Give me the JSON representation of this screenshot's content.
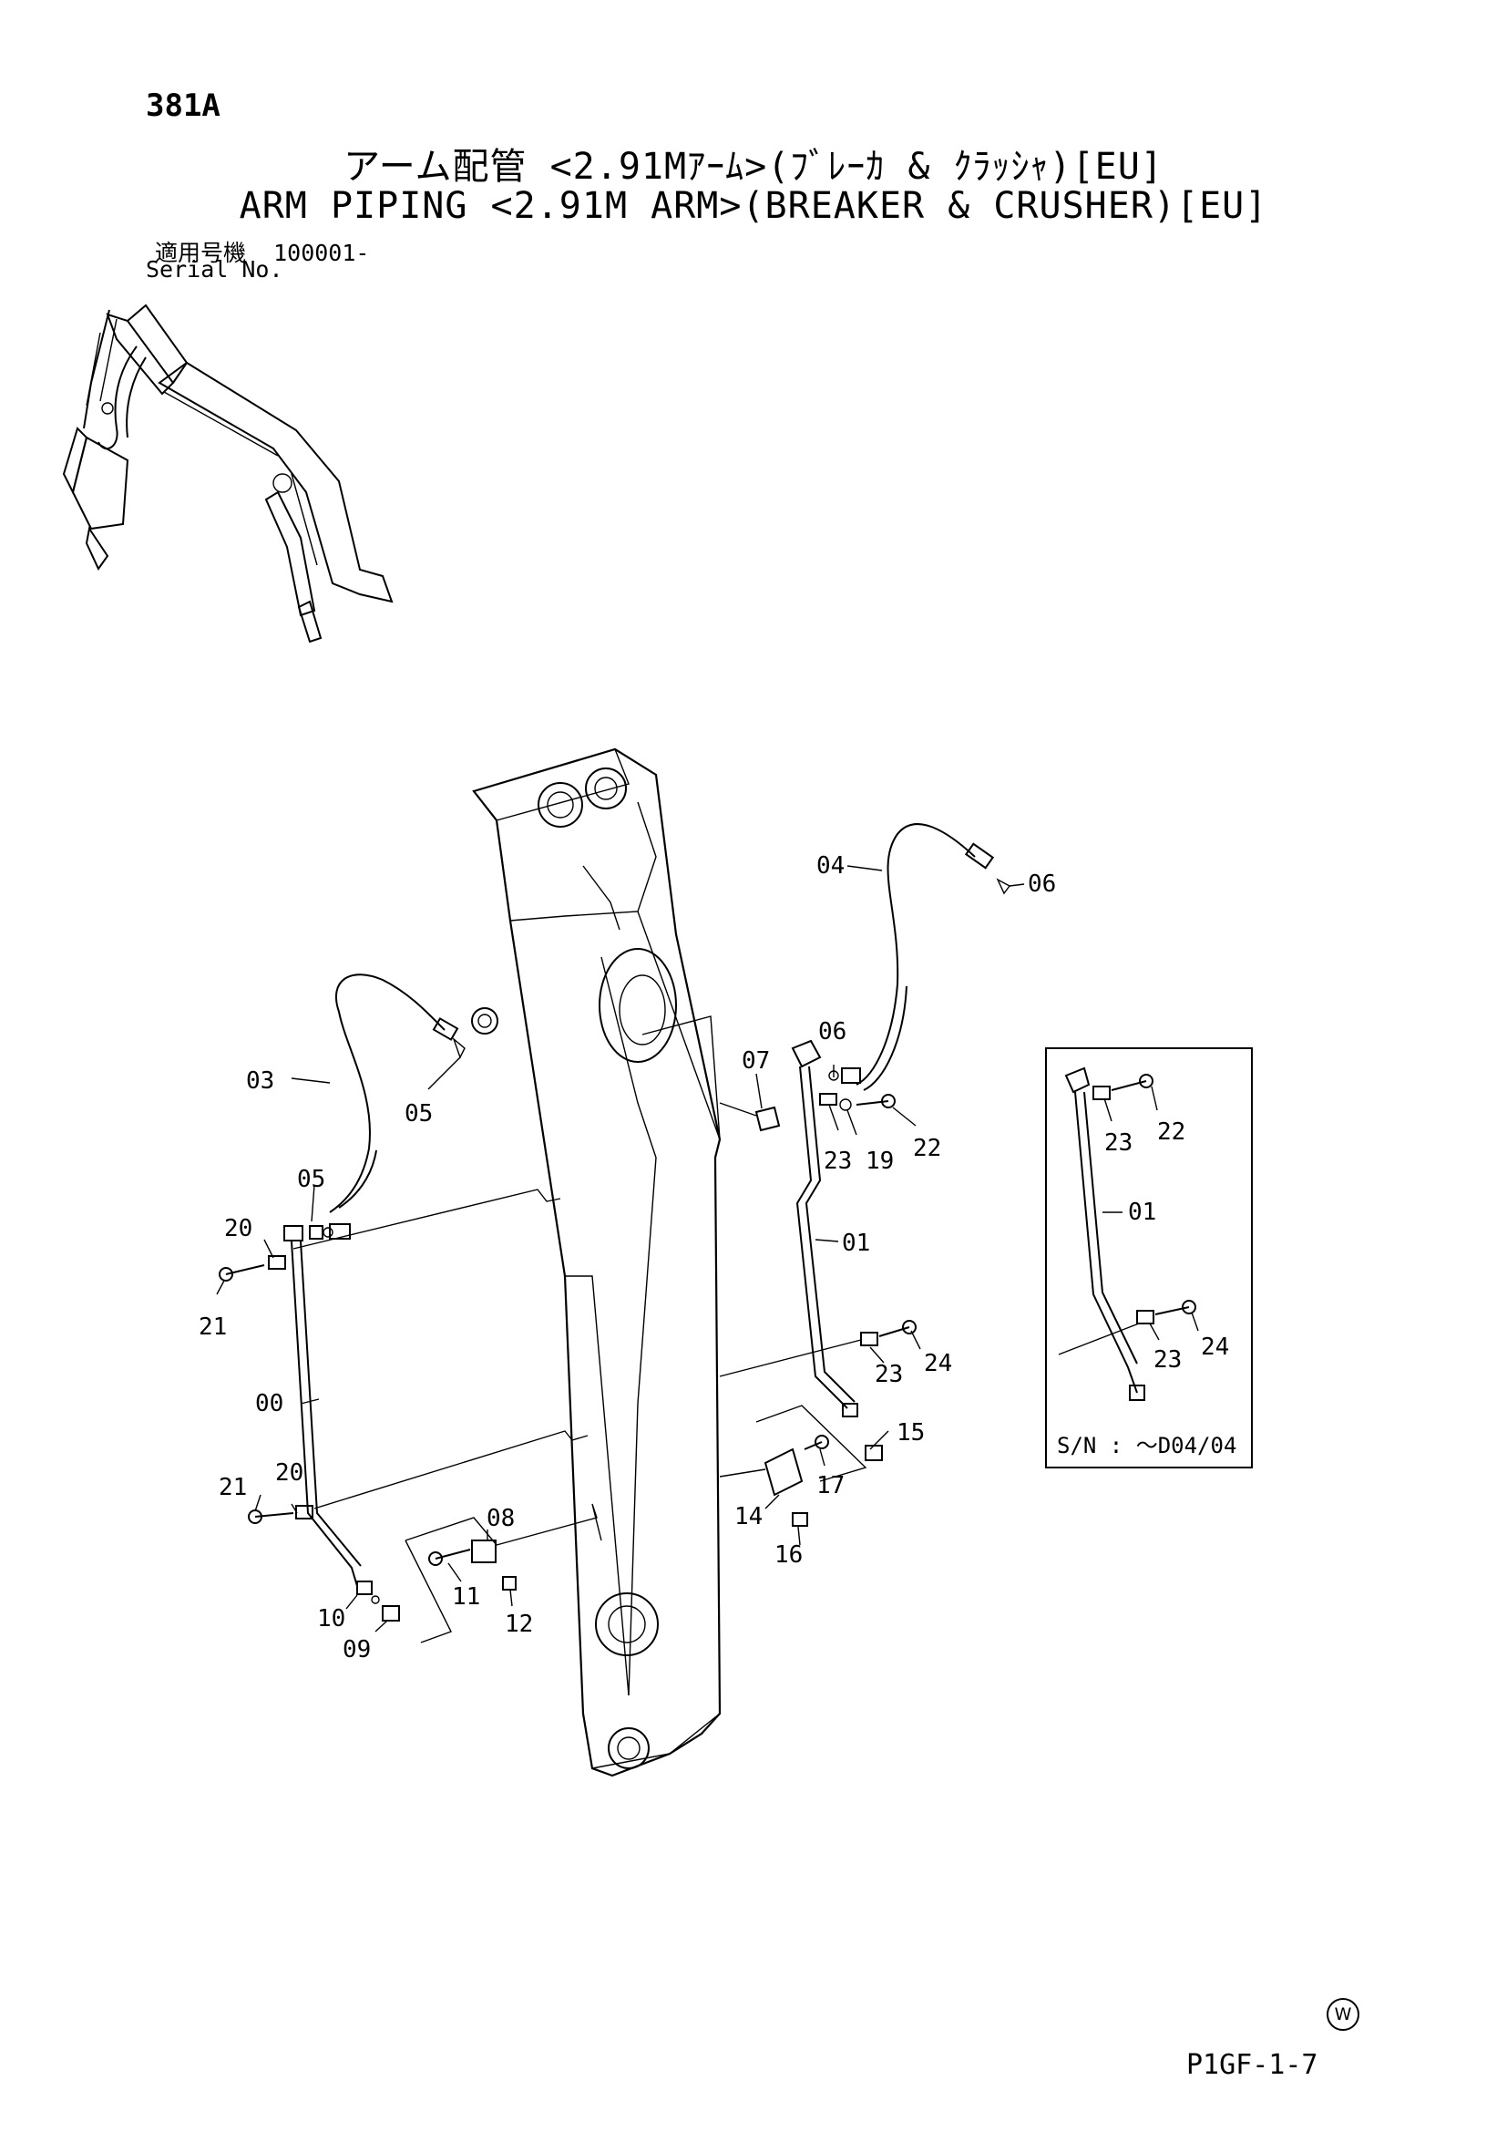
{
  "header": {
    "page_number": "381A",
    "title_jp": "アーム配管 <2.91Mｱｰﾑ>(ﾌﾞﾚｰｶ & ｸﾗｯｼｬ)[EU]",
    "title_en": "ARM PIPING <2.91M ARM>(BREAKER & CRUSHER)[EU]",
    "serial_jp": "適用号機  100001-",
    "serial_en": "Serial No."
  },
  "callouts": {
    "c04": "04",
    "c06a": "06",
    "c03": "03",
    "c05a": "05",
    "c07": "07",
    "c06b": "06",
    "c05b": "05",
    "c20a": "20",
    "c21a": "21",
    "c23a": "23",
    "c19": "19",
    "c22a": "22",
    "c01a": "01",
    "c00": "00",
    "c23b": "23",
    "c24a": "24",
    "c15": "15",
    "c21b": "21",
    "c20b": "20",
    "c08": "08",
    "c17": "17",
    "c14": "14",
    "c16": "16",
    "c11": "11",
    "c10": "10",
    "c12": "12",
    "c09": "09"
  },
  "inset": {
    "c23c": "23",
    "c22b": "22",
    "c01b": "01",
    "c23d": "23",
    "c24b": "24",
    "serial_range": "S/N : ～D04/04"
  },
  "footer": {
    "mark": "W",
    "code": "P1GF-1-7"
  }
}
